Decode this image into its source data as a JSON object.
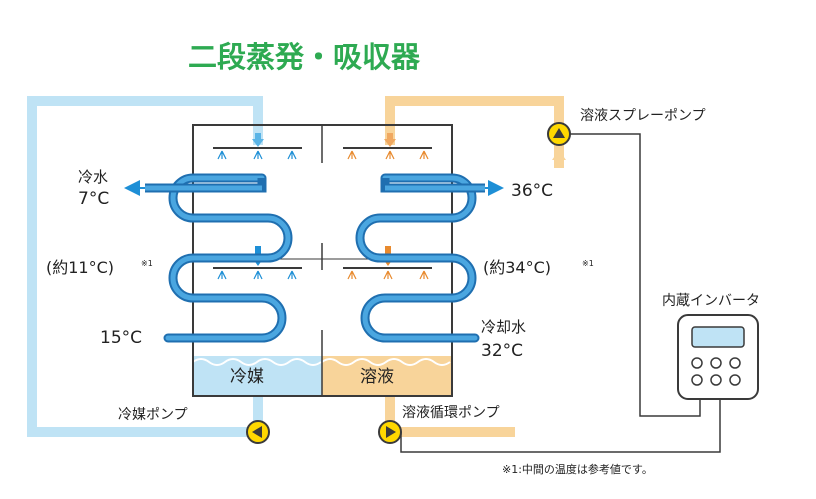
{
  "title": "二段蒸発・吸収器",
  "labels": {
    "chilled_water": "冷水",
    "chilled_out_temp": "7°C",
    "chilled_mid_temp": "(約11°C)",
    "chilled_in_temp": "15°C",
    "note_marker_left": "※1",
    "note_marker_right": "※1",
    "solution_out_temp": "36°C",
    "solution_mid_temp": "(約34°C)",
    "cooling_water": "冷却水",
    "cooling_in_temp": "32°C",
    "refrigerant_tank": "冷媒",
    "solution_tank": "溶液",
    "refrigerant_pump": "冷媒ポンプ",
    "solution_circ_pump": "溶液循環ポンプ",
    "solution_spray_pump": "溶液スプレーポンプ",
    "inverter": "内蔵インバータ",
    "footnote": "※1:中間の温度は参考値です。"
  },
  "colors": {
    "title_green": "#2eaa52",
    "refrigerant_blue": "#bfe3f5",
    "refrigerant_dark": "#1e8fd6",
    "solution_orange": "#f8d49a",
    "solution_dark": "#e88a2e",
    "pipe_blue": "#2a86c8",
    "pump_yellow": "#ffd800",
    "frame": "#3a3a3a"
  }
}
